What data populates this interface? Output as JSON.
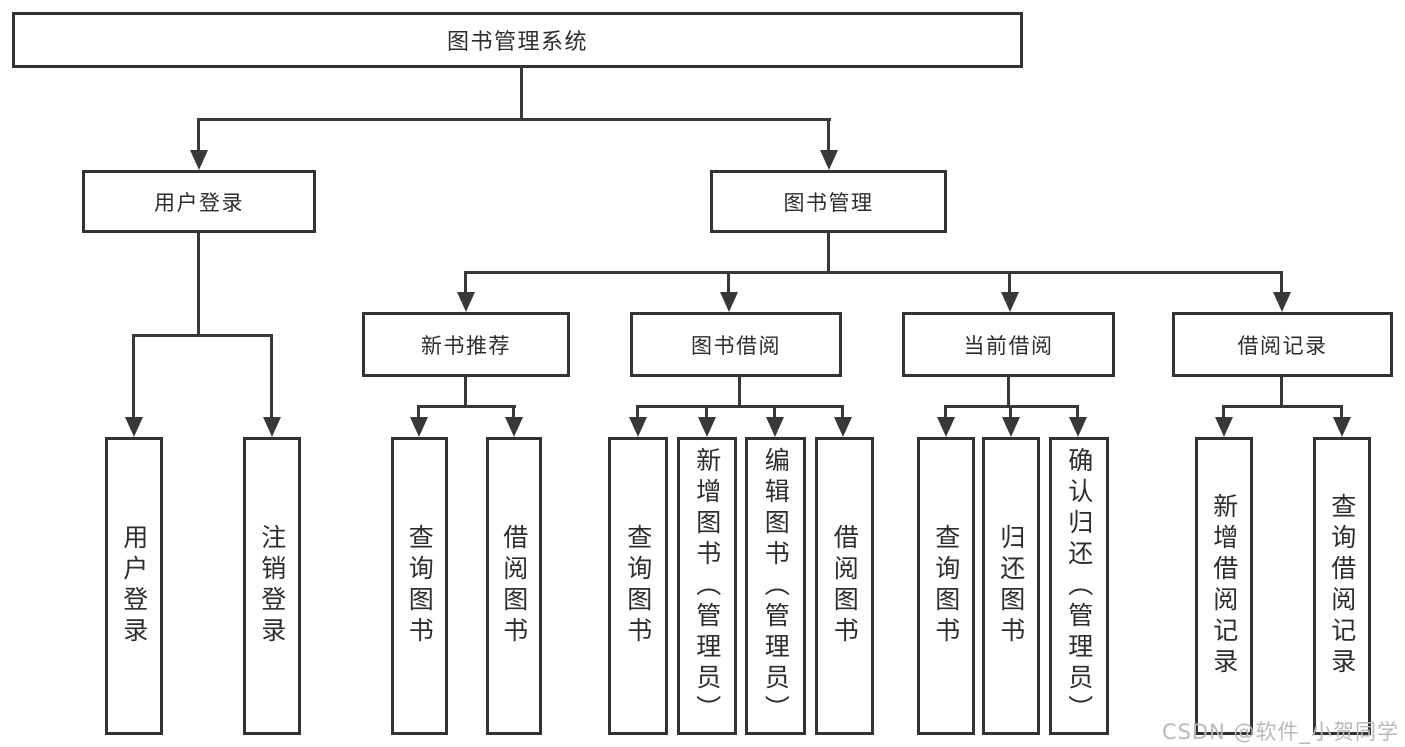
{
  "nodes": {
    "root": "图书管理系统",
    "level2": [
      "用户登录",
      "图书管理"
    ],
    "level3": [
      "新书推荐",
      "图书借阅",
      "当前借阅",
      "借阅记录"
    ],
    "user_login_children": [
      "用户登录",
      "注销登录"
    ],
    "new_book_children": [
      "查询图书",
      "借阅图书"
    ],
    "book_borrow_children": [
      "查询图书",
      "新增图书（管理员）",
      "编辑图书（管理员）",
      "借阅图书"
    ],
    "current_borrow_children": [
      "查询图书",
      "归还图书",
      "确认归还（管理员）"
    ],
    "borrow_record_children": [
      "新增借阅记录",
      "查询借阅记录"
    ]
  },
  "watermark": "CSDN @软件_小贺同学",
  "colors": {
    "line": "#383838",
    "box_border": "#333333",
    "text": "#2d2d2d",
    "watermark": "#b9b9b9",
    "background": "#ffffff"
  }
}
